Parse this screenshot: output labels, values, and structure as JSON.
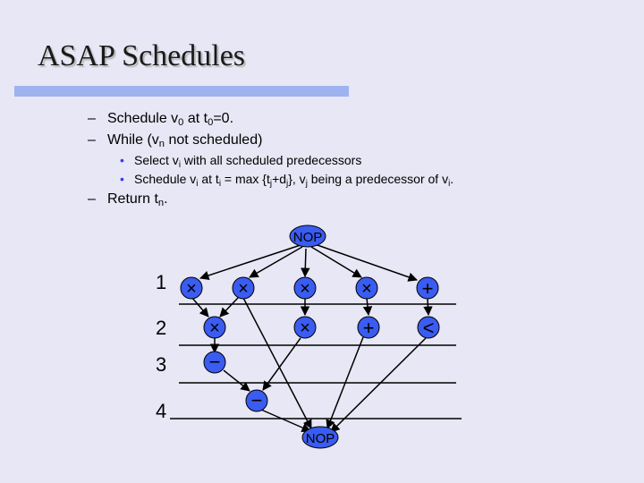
{
  "slide": {
    "title": "ASAP Schedules"
  },
  "bullets": {
    "b1": {
      "a": "Schedule v",
      "sub1": "0",
      "b": " at t",
      "sub2": "0",
      "c": "=0."
    },
    "b2": {
      "a": "While (v",
      "sub1": "n",
      "b": " not scheduled)"
    },
    "sub_b1": {
      "a": "Select v",
      "sub1": "i",
      "b": " with all scheduled predecessors"
    },
    "sub_b2": {
      "a": "Schedule v",
      "sub1": "i",
      "b": " at t",
      "sub2": "i",
      "c": " = max {t",
      "sub3": "j",
      "d": "+d",
      "sub4": "j",
      "e": "}, v",
      "sub5": "j",
      "f": " being a predecessor of v",
      "sub6": "i",
      "g": "."
    },
    "b3": {
      "a": "Return t",
      "sub1": "n",
      "b": "."
    }
  },
  "graph": {
    "top_nop": "NOP",
    "bottom_nop": "NOP",
    "steps": [
      "1",
      "2",
      "3",
      "4"
    ],
    "nodes": [
      {
        "id": "m1",
        "op": "×"
      },
      {
        "id": "m2",
        "op": "×"
      },
      {
        "id": "m3",
        "op": "×"
      },
      {
        "id": "m4",
        "op": "×"
      },
      {
        "id": "a1",
        "op": "+"
      },
      {
        "id": "m5",
        "op": "×"
      },
      {
        "id": "m6",
        "op": "×"
      },
      {
        "id": "a2",
        "op": "+"
      },
      {
        "id": "c1",
        "op": "<"
      },
      {
        "id": "s1",
        "op": "−"
      },
      {
        "id": "s2",
        "op": "−"
      }
    ],
    "node_color": "#3a5cf0"
  }
}
